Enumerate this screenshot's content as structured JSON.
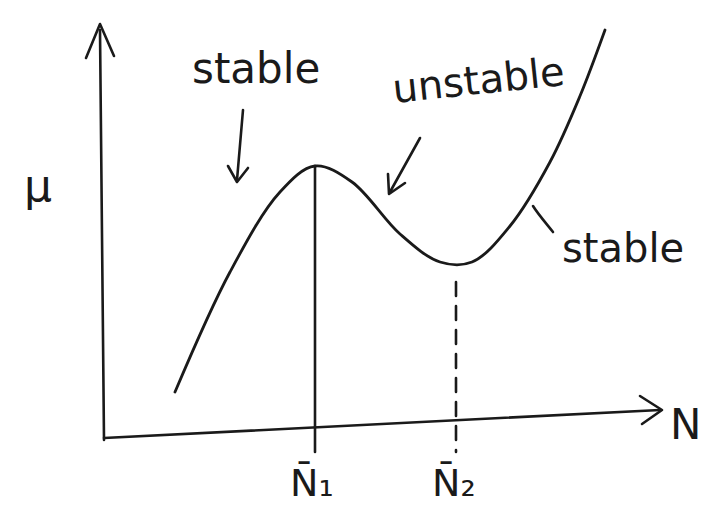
{
  "diagram": {
    "labels": [
      "stable",
      "unstable",
      "stable",
      "μ",
      "N",
      "N̄₁",
      "N̄₂"
    ]
  }
}
